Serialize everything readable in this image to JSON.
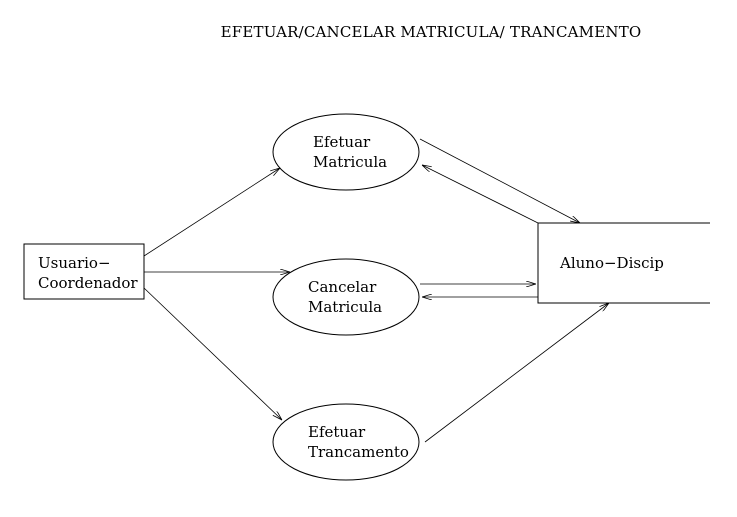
{
  "title": "EFETUAR/CANCELAR MATRICULA/ TRANCAMENTO",
  "entities": {
    "usuario": {
      "line1": "Usuario−",
      "line2": "Coordenador"
    },
    "aluno": {
      "line1": "Aluno−Discip"
    }
  },
  "processes": {
    "efetuar_matricula": {
      "line1": "Efetuar",
      "line2": "Matricula"
    },
    "cancelar_matricula": {
      "line1": "Cancelar",
      "line2": "Matricula"
    },
    "efetuar_trancamento": {
      "line1": "Efetuar",
      "line2": "Trancamento"
    }
  },
  "colors": {
    "stroke": "#000000",
    "background": "#ffffff"
  }
}
